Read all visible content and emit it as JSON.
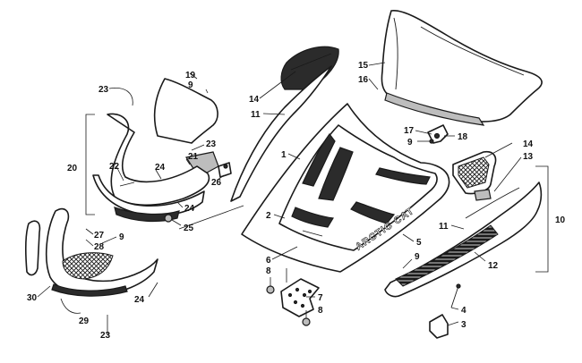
{
  "decal_text": "ARCTIC CAT",
  "callouts": [
    {
      "id": "c1",
      "text": "1"
    },
    {
      "id": "c2",
      "text": "2"
    },
    {
      "id": "c3",
      "text": "3"
    },
    {
      "id": "c4",
      "text": "4"
    },
    {
      "id": "c5",
      "text": "5"
    },
    {
      "id": "c6",
      "text": "6"
    },
    {
      "id": "c7",
      "text": "7"
    },
    {
      "id": "c8a",
      "text": "8"
    },
    {
      "id": "c8b",
      "text": "8"
    },
    {
      "id": "c9a",
      "text": "9"
    },
    {
      "id": "c9b",
      "text": "9"
    },
    {
      "id": "c9c",
      "text": "9"
    },
    {
      "id": "c9d",
      "text": "9"
    },
    {
      "id": "c10",
      "text": "10"
    },
    {
      "id": "c11a",
      "text": "11"
    },
    {
      "id": "c11b",
      "text": "11"
    },
    {
      "id": "c12",
      "text": "12"
    },
    {
      "id": "c13",
      "text": "13"
    },
    {
      "id": "c14a",
      "text": "14"
    },
    {
      "id": "c14b",
      "text": "14"
    },
    {
      "id": "c15",
      "text": "15"
    },
    {
      "id": "c16",
      "text": "16"
    },
    {
      "id": "c17",
      "text": "17"
    },
    {
      "id": "c18",
      "text": "18"
    },
    {
      "id": "c19",
      "text": "19"
    },
    {
      "id": "c20",
      "text": "20"
    },
    {
      "id": "c21",
      "text": "21"
    },
    {
      "id": "c22",
      "text": "22"
    },
    {
      "id": "c23a",
      "text": "23"
    },
    {
      "id": "c23b",
      "text": "23"
    },
    {
      "id": "c23c",
      "text": "23"
    },
    {
      "id": "c24a",
      "text": "24"
    },
    {
      "id": "c24b",
      "text": "24"
    },
    {
      "id": "c24c",
      "text": "24"
    },
    {
      "id": "c25",
      "text": "25"
    },
    {
      "id": "c26",
      "text": "26"
    },
    {
      "id": "c27",
      "text": "27"
    },
    {
      "id": "c28",
      "text": "28"
    },
    {
      "id": "c29",
      "text": "29"
    },
    {
      "id": "c30",
      "text": "30"
    }
  ]
}
